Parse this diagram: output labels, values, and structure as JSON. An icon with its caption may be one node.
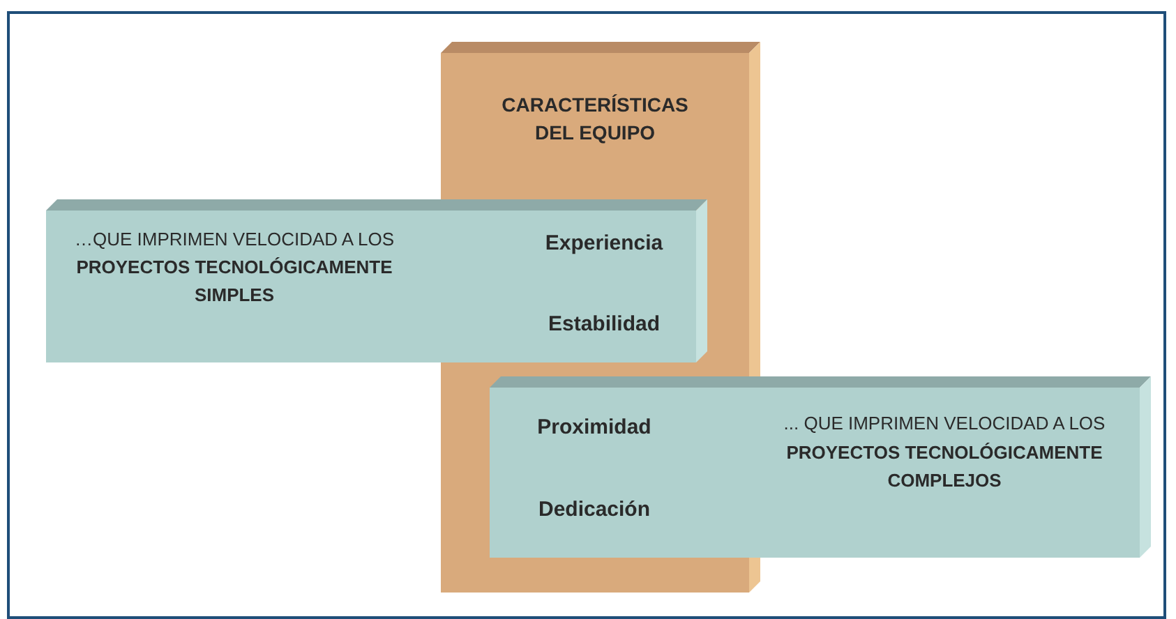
{
  "diagram": {
    "nodes": [
      {
        "text": [
          "CARACTERÍSTICAS DEL EQUIPO"
        ]
      },
      {
        "text": [
          "…QUE IMPRIMEN VELOCIDAD A LOS **PROYECTOS TECNOLÓGICAMENTE SIMPLES**",
          "Experiencia",
          "Estabilidad"
        ]
      },
      {
        "text": [
          "Proximidad",
          "Dedicación",
          "... QUE IMPRIMEN VELOCIDAD A LOS **PROYECTOS TECNOLÓGICAMENTE COMPLEJOS**"
        ]
      }
    ],
    "edges": []
  }
}
